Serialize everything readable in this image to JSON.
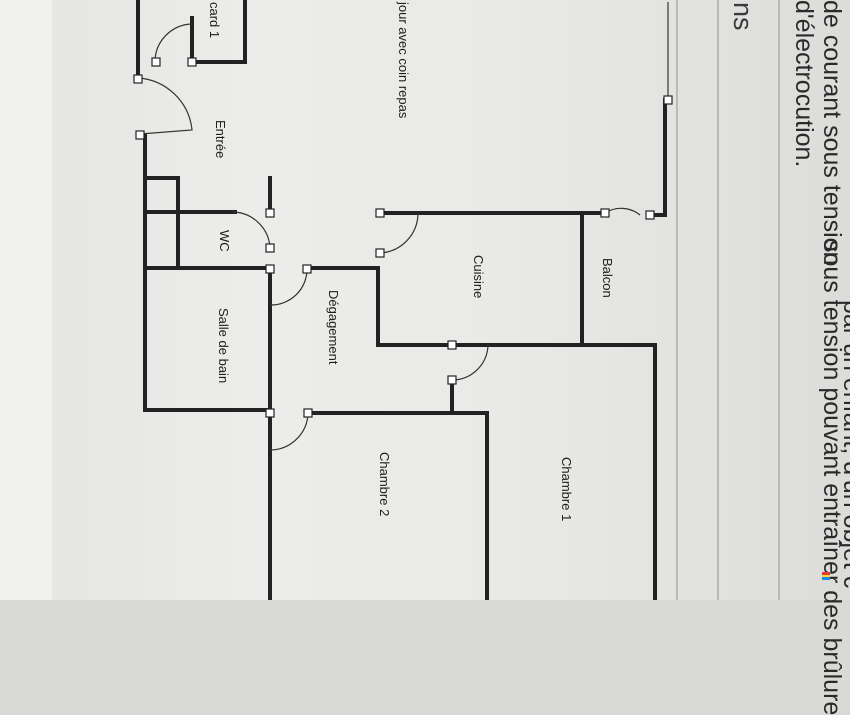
{
  "plan": {
    "rooms": [
      {
        "id": "placard",
        "label": "card 1"
      },
      {
        "id": "sejour",
        "label": "jour avec coin repas"
      },
      {
        "id": "entree",
        "label": "Entrée"
      },
      {
        "id": "wc",
        "label": "WC"
      },
      {
        "id": "cuisine",
        "label": "Cuisine"
      },
      {
        "id": "balcon",
        "label": "Balcon"
      },
      {
        "id": "degagement",
        "label": "Dégagement"
      },
      {
        "id": "salle_de_bain",
        "label": "Salle de bain"
      },
      {
        "id": "chambre1",
        "label": "Chambre 1"
      },
      {
        "id": "chambre2",
        "label": "Chambre 2"
      }
    ]
  },
  "document": {
    "heading_fragment": "ns",
    "lines": [
      "de courant sous tension",
      "d'électrocution.",
      "par un enfant, d'un objet c",
      "sous tension pouvant entraîner des brûlure"
    ]
  },
  "colors": {
    "wall": "#222222",
    "paper": "#ececea",
    "text": "#1d1d1d"
  }
}
